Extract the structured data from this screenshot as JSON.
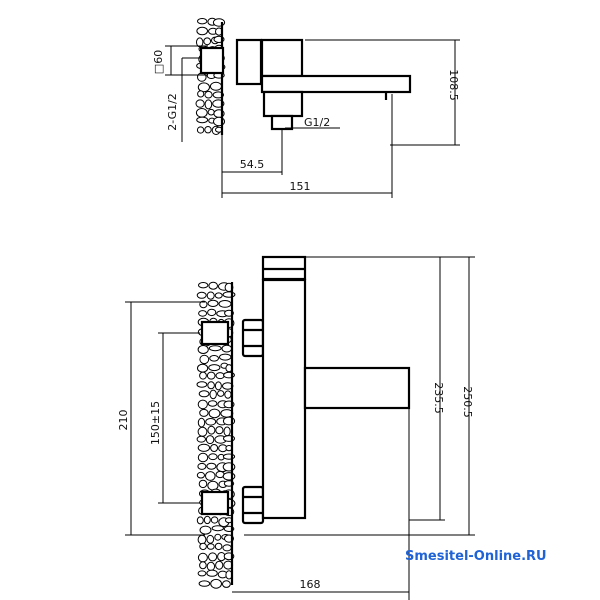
{
  "top_view": {
    "labels": {
      "square_size": "□60",
      "thread_inlets": "2-G1/2",
      "thread_outlet": "G1/2",
      "height": "108.5",
      "offset": "54.5",
      "length": "151"
    }
  },
  "front_view": {
    "labels": {
      "total_height": "210",
      "center_distance": "150±15",
      "height_mid": "235.5",
      "height_total": "250.5",
      "depth": "168"
    }
  },
  "watermark": "Smesitel-Online.RU"
}
